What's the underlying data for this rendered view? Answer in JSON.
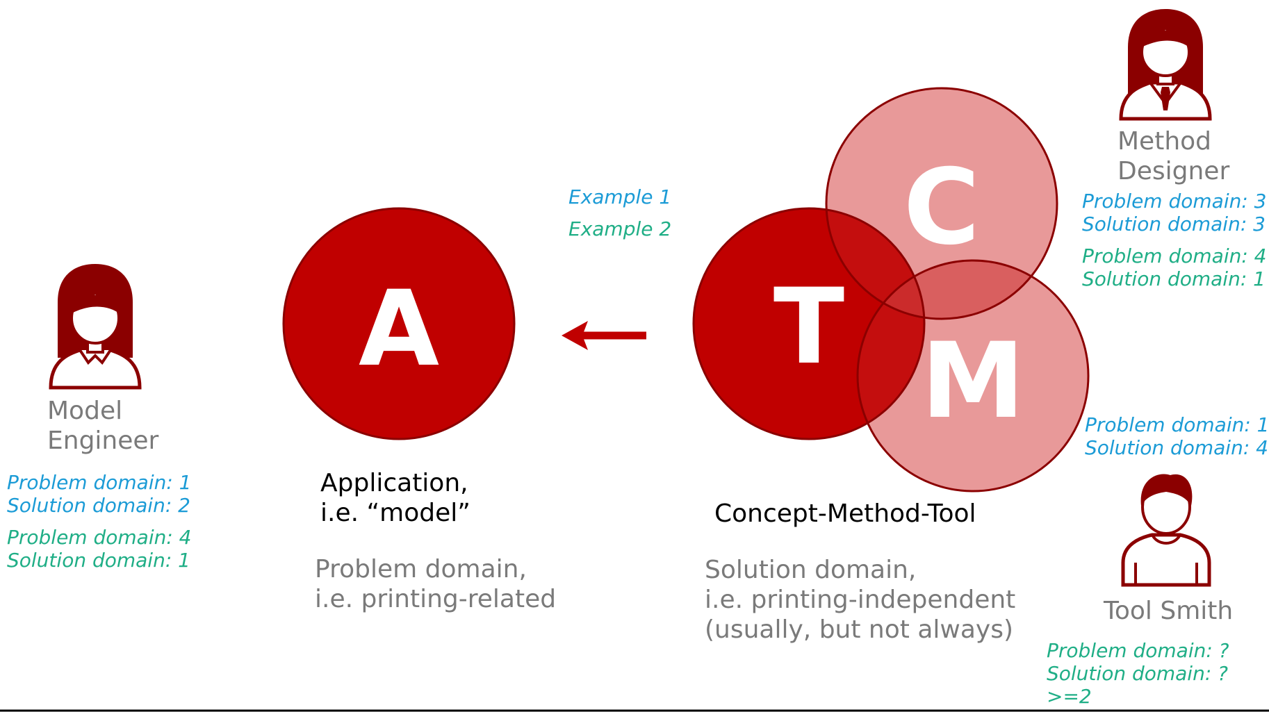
{
  "colors": {
    "dark_red": "#c00000",
    "light_red": "#e17c7c",
    "outline_red": "#8b0000",
    "person_red": "#8b0000",
    "example1": "#1b9bd6",
    "example2": "#1fae86",
    "gray_text": "#7a7a7a"
  },
  "legend": {
    "example1": "Example 1",
    "example2": "Example 2"
  },
  "application": {
    "letter": "A",
    "caption_line1": "Application,",
    "caption_line2": "i.e. “model”",
    "domain_line1": "Problem domain,",
    "domain_line2": "i.e. printing-related"
  },
  "cmt": {
    "letter_c": "C",
    "letter_t": "T",
    "letter_m": "M",
    "caption": "Concept-Method-Tool",
    "domain_line1": "Solution domain,",
    "domain_line2": "i.e. printing-independent",
    "domain_line3": "(usually, but not always)"
  },
  "model_engineer": {
    "icon": "female-user-icon",
    "name_line1": "Model",
    "name_line2": "Engineer",
    "ex1_problem": "Problem domain: 1",
    "ex1_solution": "Solution domain: 2",
    "ex2_problem": "Problem domain: 4",
    "ex2_solution": "Solution domain: 1"
  },
  "method_designer": {
    "icon": "female-business-user-icon",
    "name_line1": "Method",
    "name_line2": "Designer",
    "ex1_problem": "Problem domain: 3",
    "ex1_solution": "Solution domain: 3",
    "ex2_problem": "Problem domain: 4",
    "ex2_solution": "Solution domain: 1"
  },
  "m_circle_labels": {
    "ex1_problem": "Problem domain: 1",
    "ex1_solution": "Solution domain: 4"
  },
  "tool_smith": {
    "icon": "male-user-icon",
    "name": "Tool Smith",
    "ex2_problem": "Problem domain: ?",
    "ex2_solution": "Solution domain: ?",
    "ex2_extra": ">=2"
  }
}
